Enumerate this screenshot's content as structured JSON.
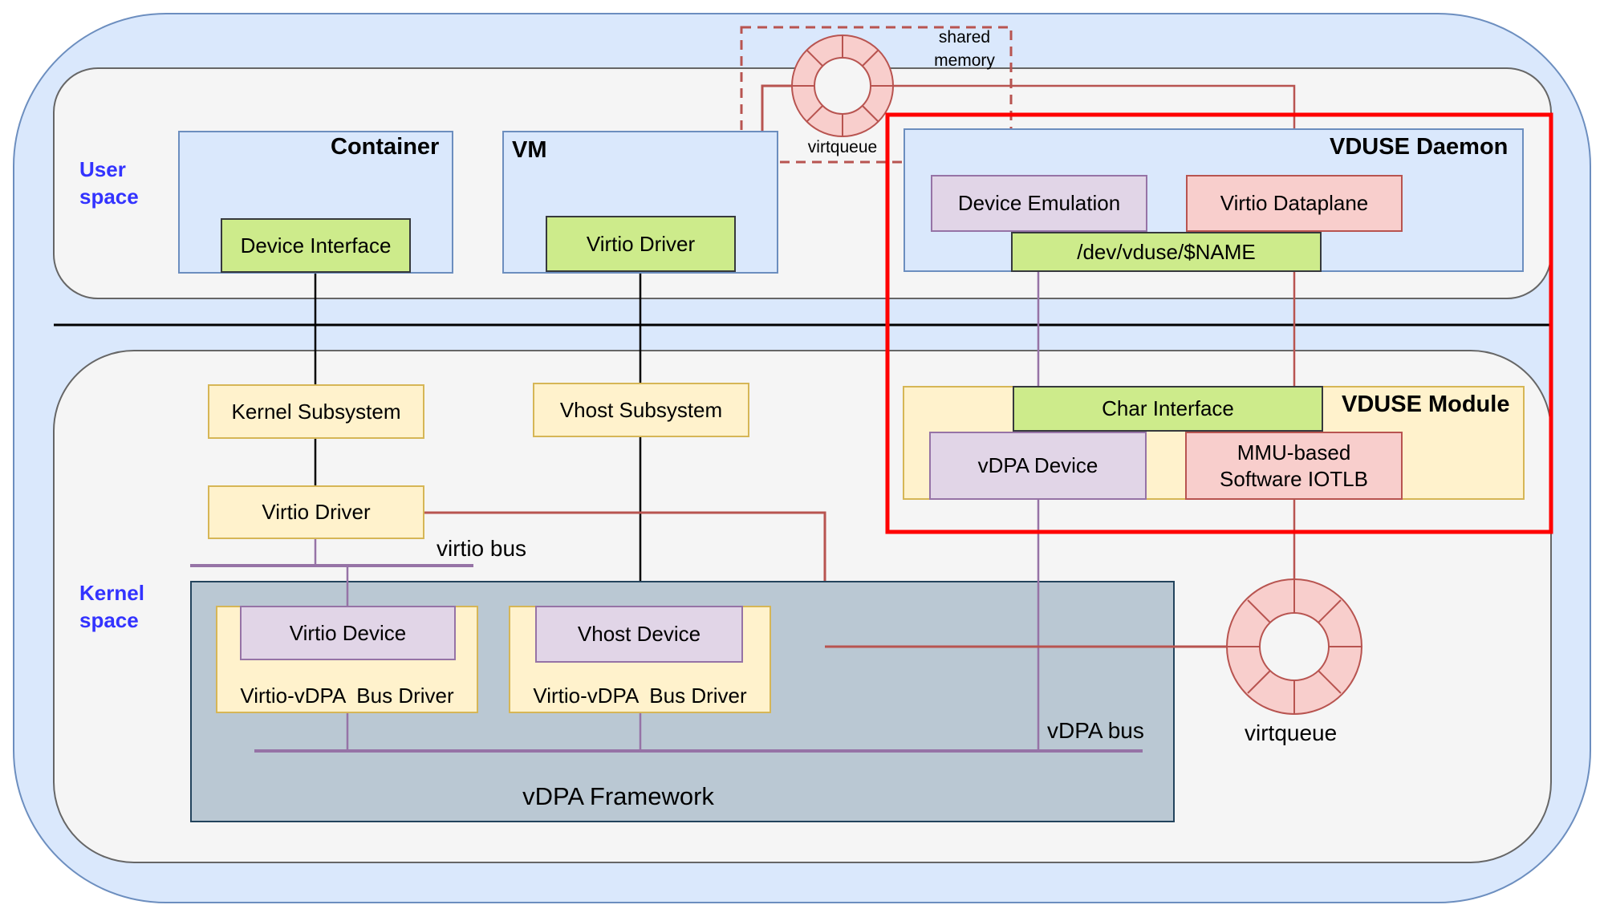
{
  "diagram": {
    "regions": {
      "user_space": "User\nspace",
      "kernel_space": "Kernel\nspace"
    },
    "user_space": {
      "container": {
        "title": "Container",
        "device_interface": "Device Interface"
      },
      "vm": {
        "title": "VM",
        "virtio_driver": "Virtio Driver"
      },
      "shared_memory": {
        "label": "shared\nmemory",
        "virtqueue_label": "virtqueue"
      },
      "vduse_daemon": {
        "title": "VDUSE Daemon",
        "device_emulation": "Device Emulation",
        "virtio_dataplane": "Virtio Dataplane",
        "dev_node": "/dev/vduse/$NAME"
      }
    },
    "kernel_space": {
      "kernel_subsystem": "Kernel Subsystem",
      "vhost_subsystem": "Vhost Subsystem",
      "virtio_driver": "Virtio Driver",
      "virtio_bus": "virtio bus",
      "vdpa_framework": {
        "title": "vDPA Framework",
        "virtio_device": "Virtio Device",
        "vhost_device": "Vhost Device",
        "bus_driver_1": "Virtio-vDPA  Bus Driver",
        "bus_driver_2": "Virtio-vDPA  Bus Driver",
        "vdpa_bus": "vDPA bus"
      },
      "vduse_module": {
        "title": "VDUSE Module",
        "char_interface": "Char Interface",
        "vdpa_device": "vDPA Device",
        "iotlb": "MMU-based\nSoftware IOTLB"
      },
      "virtqueue_label": "virtqueue"
    },
    "colors": {
      "highlight": "#ff0000",
      "link_red": "#b85450",
      "link_purple": "#9673a6",
      "region_label": "#3333ff"
    }
  }
}
